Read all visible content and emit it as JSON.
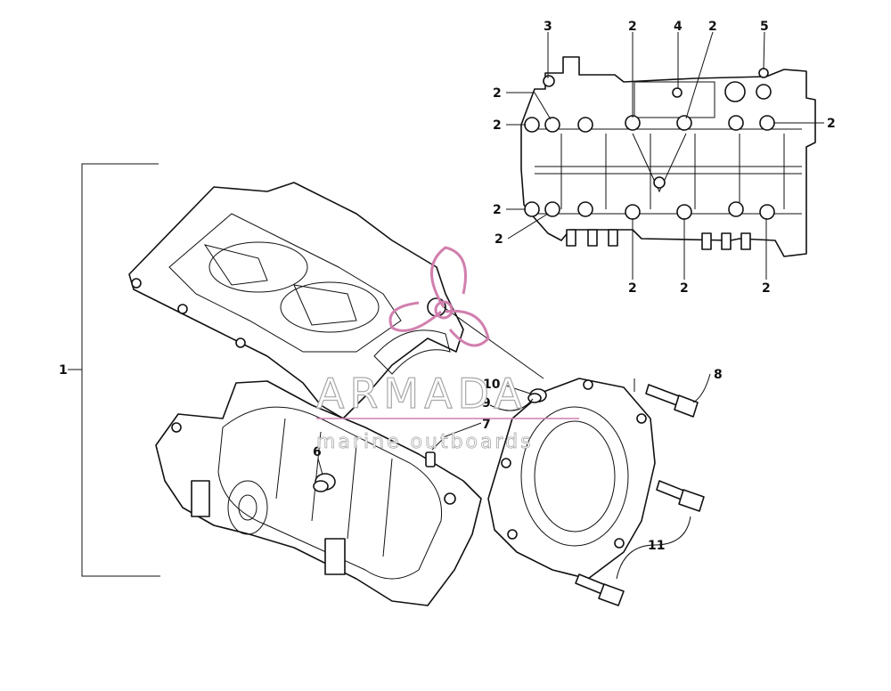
{
  "callouts": {
    "c1": "1",
    "c2": "2",
    "c3": "3",
    "c4": "4",
    "c5": "5",
    "c6": "6",
    "c7": "7",
    "c8": "8",
    "c9": "9",
    "c10": "10",
    "c11": "11"
  },
  "watermark": {
    "title": "ARMADA",
    "subtitle": "marine outboards",
    "color": "#d17fae"
  }
}
